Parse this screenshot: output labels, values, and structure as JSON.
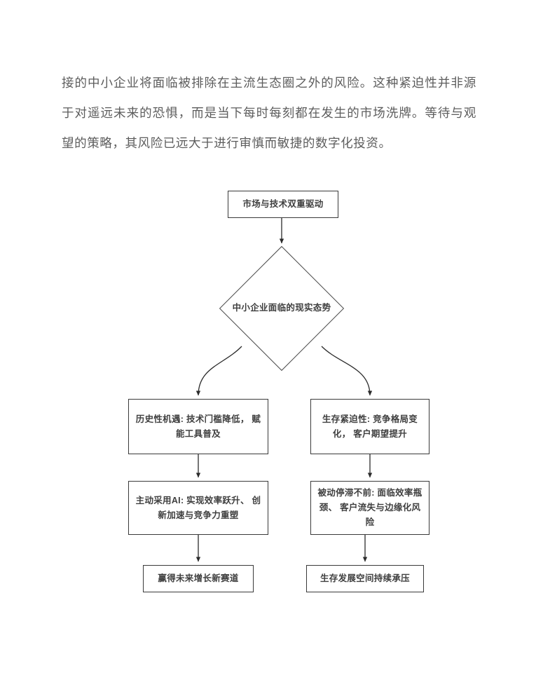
{
  "document": {
    "paragraph": "接的中小企业将面临被排除在主流生态圈之外的风险。这种紧迫性并非源于对遥远未来的恐惧，而是当下每时每刻都在发生的市场洗牌。等待与观望的策略，其风险已远大于进行审慎而敏捷的数字化投资。"
  },
  "flowchart": {
    "nodes": {
      "top": {
        "label": "市场与技术双重驱动",
        "shape": "rectangle"
      },
      "decision": {
        "label": "中小企业面临的现实态势",
        "shape": "diamond"
      },
      "left_1": {
        "label": "历史性机遇:\n技术门槛降低， 赋能工具普及",
        "shape": "rectangle"
      },
      "right_1": {
        "label": "生存紧迫性:\n竞争格局变化， 客户期望提升",
        "shape": "rectangle"
      },
      "left_2": {
        "label": "主动采用AI:\n实现效率跃升、 创新加速与竞争力重塑",
        "shape": "rectangle"
      },
      "right_2": {
        "label": "被动停滞不前:\n面临效率瓶颈、 客户流失与边缘化风险",
        "shape": "rectangle"
      },
      "left_3": {
        "label": "赢得未来增长新赛道",
        "shape": "rectangle"
      },
      "right_3": {
        "label": "生存发展空间持续承压",
        "shape": "rectangle"
      }
    },
    "colors": {
      "border": "#3a3a3a",
      "text": "#3f3f3f",
      "edge": "#2b2b2b",
      "background": "#ffffff"
    }
  }
}
